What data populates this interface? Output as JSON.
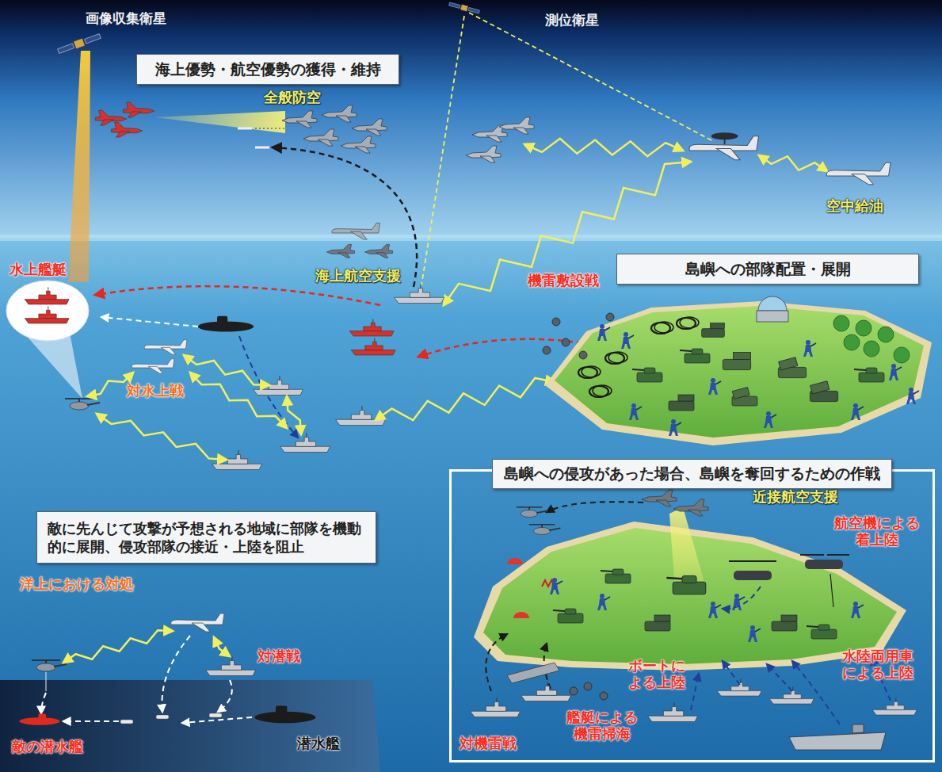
{
  "diagram": {
    "nodes": [
      {
        "text": [
          "海上優勢・航空優勢の獲得・維持"
        ]
      },
      {
        "text": [
          "島嶼への部隊配置・展開"
        ]
      },
      {
        "text": [
          "島嶼への侵攻があった場合、島嶼を奪回するための作戦"
        ]
      },
      {
        "text": [
          "敵に先んじて攻撃が予想される地域に部隊を機動的に展開、侵攻部隊の接近・上陸を阻止"
        ]
      }
    ],
    "labels": [
      "画像収集衛星",
      "測位衛星",
      "全般防空",
      "空中給油",
      "水上艦艇",
      "海上航空支援",
      "機雷敷設戦",
      "対水上戦",
      "近接航空支援",
      "航空機による着上陸",
      "洋上における対処",
      "対潜戦",
      "水陸両用車による上陸",
      "ボートによる上陸",
      "対機雷戦",
      "艦艇による機雷掃海",
      "敵の潜水艦",
      "潜水艦"
    ]
  }
}
